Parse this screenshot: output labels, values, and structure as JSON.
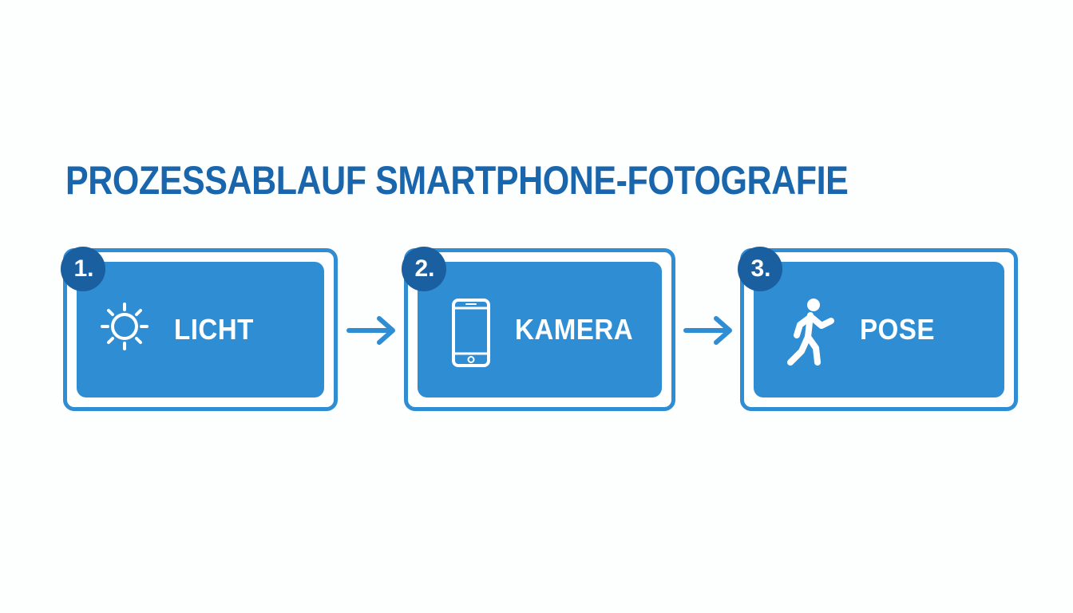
{
  "title": "PROZESSABLAUF SMARTPHONE-FOTOGRAFIE",
  "steps": [
    {
      "number": "1.",
      "label": "LICHT",
      "icon": "sun-icon"
    },
    {
      "number": "2.",
      "label": "KAMERA",
      "icon": "smartphone-icon"
    },
    {
      "number": "3.",
      "label": "POSE",
      "icon": "walking-person-icon"
    }
  ],
  "colors": {
    "title": "#1a66ad",
    "box": "#2f8dd3",
    "badge": "#1a5f9f",
    "text": "#ffffff"
  }
}
